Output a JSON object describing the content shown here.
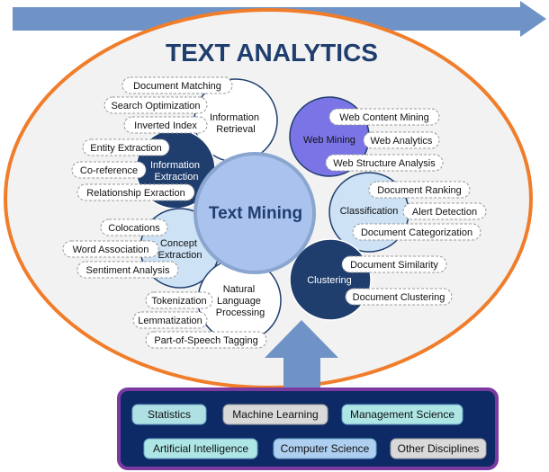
{
  "title": "TEXT ANALYTICS",
  "core": "Text Mining",
  "colors": {
    "arrow": "#6f93c6",
    "ellipse_border": "#f07d2a",
    "ellipse_fill": "#f2f2f2",
    "dark_navy": "#1f3e6e",
    "light_blue": "#cde2f5",
    "purple": "#7b74e6",
    "core_fill": "#a9c3ee",
    "core_border": "#8aa6cf",
    "panel_fill": "#0e2a66",
    "panel_border": "#7a3aa0"
  },
  "categories": {
    "information_retrieval": {
      "label_lines": [
        "Information",
        "Retrieval"
      ],
      "items": [
        "Document Matching",
        "Search Optimization",
        "Inverted Index"
      ]
    },
    "information_extraction": {
      "label_lines": [
        "Information",
        "Extraction"
      ],
      "items": [
        "Entity Extraction",
        "Co-reference",
        "Relationship Exraction"
      ]
    },
    "concept_extraction": {
      "label_lines": [
        "Concept",
        "Extraction"
      ],
      "items": [
        "Colocations",
        "Word Association",
        "Sentiment Analysis"
      ]
    },
    "nlp": {
      "label_lines": [
        "Natural",
        "Language",
        "Processing"
      ],
      "items": [
        "Tokenization",
        "Lemmatization",
        "Part-of-Speech Tagging"
      ]
    },
    "web_mining": {
      "label_lines": [
        "Web Mining"
      ],
      "items": [
        "Web Content Mining",
        "Web Analytics",
        "Web Structure Analysis"
      ]
    },
    "classification": {
      "label_lines": [
        "Classification"
      ],
      "items": [
        "Document Ranking",
        "Alert Detection",
        "Document Categorization"
      ]
    },
    "clustering": {
      "label_lines": [
        "Clustering"
      ],
      "items": [
        "Document Similarity",
        "Document Clustering"
      ]
    }
  },
  "disciplines": [
    "Statistics",
    "Machine Learning",
    "Management Science",
    "Artificial Intelligence",
    "Computer Science",
    "Other Disciplines"
  ]
}
